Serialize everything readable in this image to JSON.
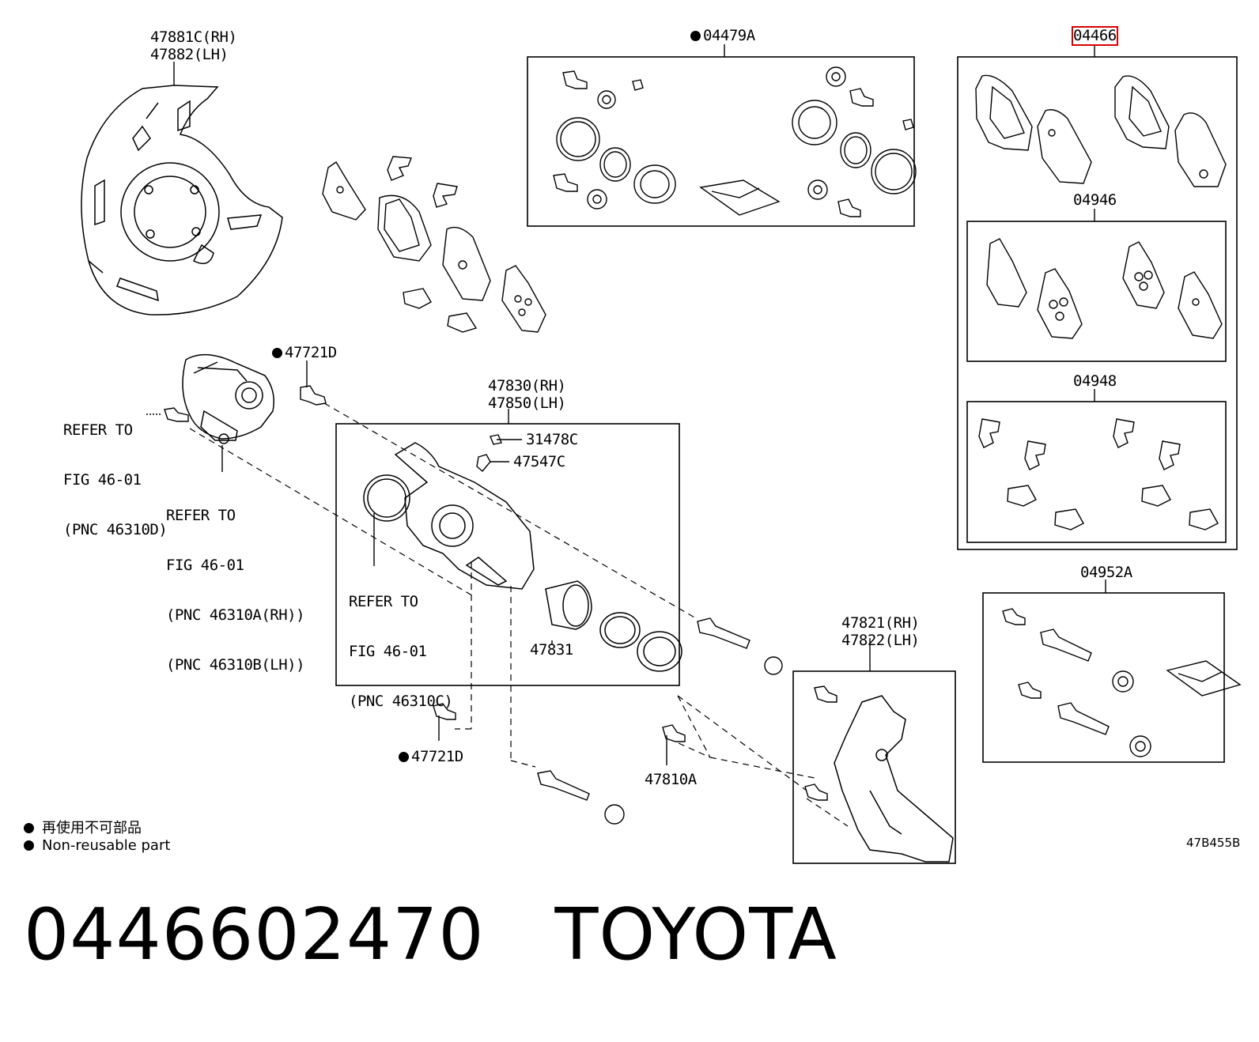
{
  "labels": {
    "shield_rh": "47881C(RH)",
    "shield_lh": "47882(LH)",
    "kit_04479a": "04479A",
    "pad_kit_04466": "04466",
    "kit_04946": "04946",
    "kit_04948": "04948",
    "kit_04952a": "04952A",
    "bolt_47721d_top": "47721D",
    "caliper_rh": "47830(RH)",
    "caliper_lh": "47850(LH)",
    "cap_31478c": "31478C",
    "bleeder_47547c": "47547C",
    "piston_47831": "47831",
    "refer_motor": [
      "REFER TO",
      "FIG 46-01",
      "(PNC 46310D)"
    ],
    "refer_bracket": [
      "REFER TO",
      "FIG 46-01",
      "(PNC 46310A(RH))",
      "(PNC 46310B(LH))"
    ],
    "refer_caliper": [
      "REFER TO",
      "FIG 46-01",
      "(PNC 46310C)"
    ],
    "bolt_47721d_bottom": "47721D",
    "bolt_47810a": "47810A",
    "mount_rh": "47821(RH)",
    "mount_lh": "47822(LH)"
  },
  "legend": {
    "items": [
      "再使用不可部品",
      "Non-reusable part"
    ]
  },
  "drawing_code": "47B455B",
  "part_number": "0446602470",
  "brand": "TOYOTA",
  "colors": {
    "line": "#000000",
    "highlight": "#d80000",
    "background": "#ffffff"
  }
}
